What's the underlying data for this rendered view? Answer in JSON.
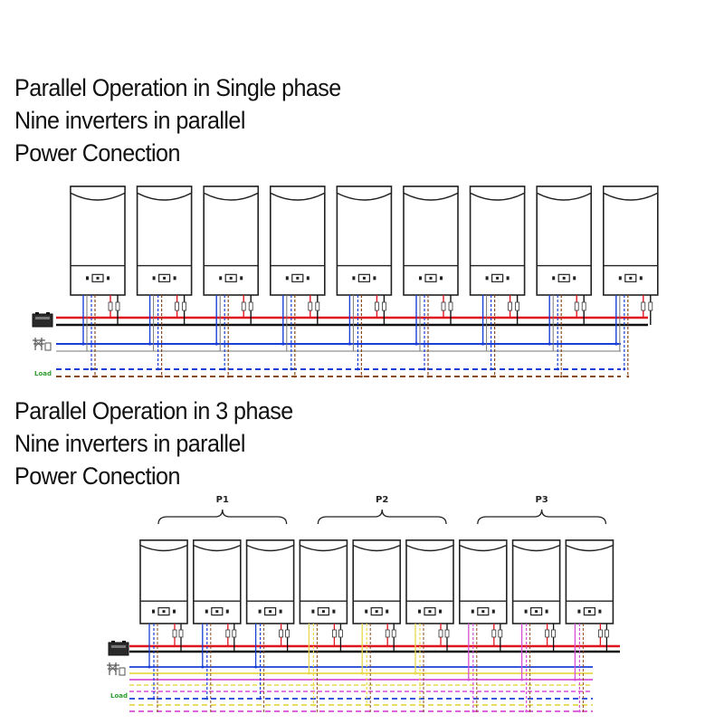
{
  "single_phase": {
    "title_lines": [
      "Parallel Operation in Single phase",
      "Nine inverters in parallel",
      "Power Conection"
    ],
    "inverter_count": 9,
    "load_label": "Load"
  },
  "three_phase": {
    "title_lines": [
      "Parallel Operation in 3 phase",
      "Nine inverters in parallel",
      "Power Conection"
    ],
    "inverter_count": 9,
    "groups": [
      "P1",
      "P2",
      "P3"
    ],
    "load_label": "Load"
  },
  "colors": {
    "battery_positive": "#e0141e",
    "battery_negative": "#111111",
    "ac_input": "#1a3fd6",
    "phase_l2": "#e8d84a",
    "phase_l3": "#d64fd6",
    "load_label": "#2e9b2e",
    "output_dashed": "#8a4a1e",
    "inverter_outline": "#222222"
  }
}
